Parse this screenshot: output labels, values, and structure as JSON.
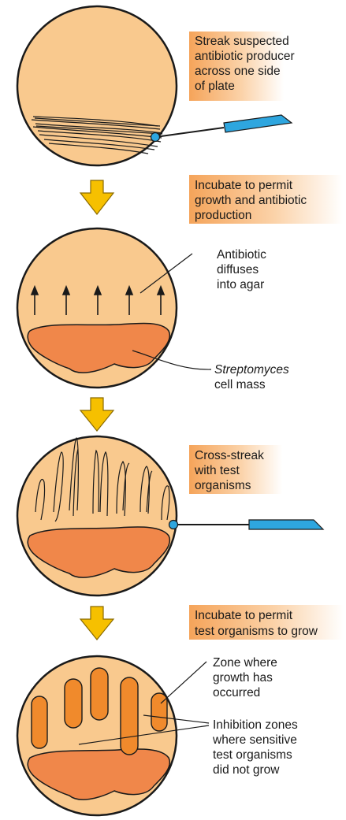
{
  "colors": {
    "plate_fill": "#f9c98e",
    "plate_stroke": "#1a1a1a",
    "cell_mass": "#f0874a",
    "growth_zone": "#f08a2c",
    "arrow_yellow": "#f6c000",
    "arrow_yellow_stroke": "#8a6a00",
    "pipette_blue": "#2ea6df",
    "label_gradient_start": "#f5a45a",
    "label_gradient_end": "#ffffff"
  },
  "steps": [
    {
      "label_lines": [
        "Streak suspected",
        "antibiotic producer",
        "across one side",
        "of plate"
      ]
    },
    {
      "label_lines": [
        "Incubate to permit",
        "growth and antibiotic",
        "production"
      ]
    },
    {
      "label_lines": [
        "Cross-streak",
        "with test",
        "organisms"
      ]
    },
    {
      "label_lines": [
        "Incubate to permit",
        "test organisms to grow"
      ]
    }
  ],
  "callouts": {
    "antibiotic": [
      "Antibiotic",
      "diffuses",
      "into agar"
    ],
    "streptomyces_italic": "Streptomyces",
    "streptomyces_rest": "cell mass",
    "zone": [
      "Zone where",
      "growth has",
      "occurred"
    ],
    "inhibition": [
      "Inhibition zones",
      "where sensitive",
      "test organisms",
      "did not grow"
    ]
  },
  "icons": {
    "pipette": "pipette-icon",
    "flow_arrow": "down-arrow-icon",
    "diffusion_arrow": "up-arrow-icon"
  }
}
